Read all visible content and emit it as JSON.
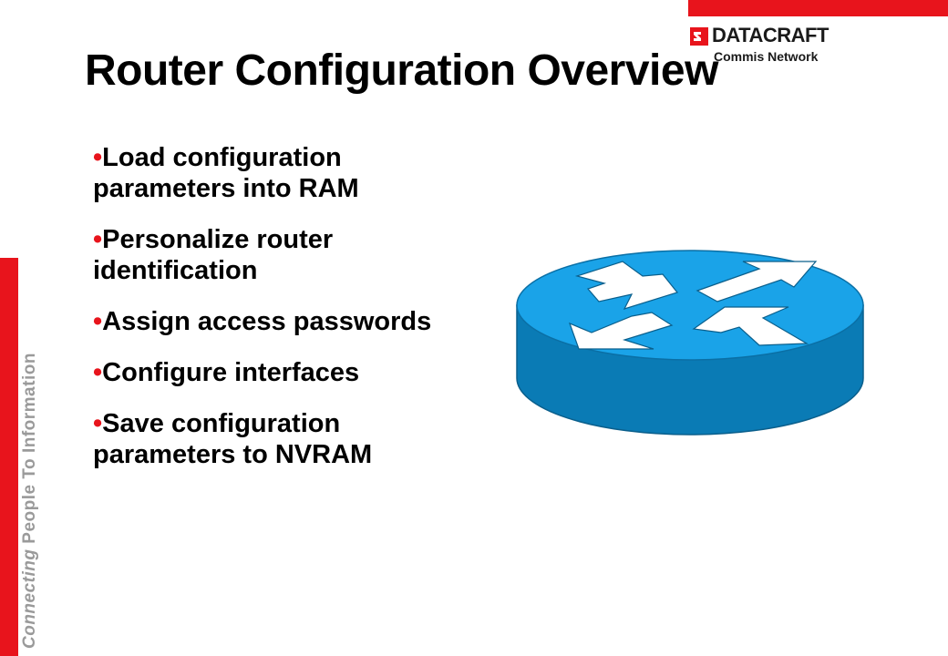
{
  "slide": {
    "title": "Router Configuration Overview",
    "bullets": [
      {
        "text": "Load configuration parameters into RAM"
      },
      {
        "text": "Personalize router identification"
      },
      {
        "text": "Assign access passwords"
      },
      {
        "text": "Configure interfaces"
      },
      {
        "text": "Save configuration parameters to NVRAM"
      }
    ]
  },
  "branding": {
    "logo_name": "DATACRAFT",
    "logo_sub": "Commis Network",
    "tagline_em": "Connecting",
    "tagline_rest": "People To Information"
  },
  "icons": {
    "router": "router-icon",
    "logo_mark": "datacraft-mark-icon",
    "bullet": "bullet-dot-icon"
  },
  "colors": {
    "accent_red": "#e8141c",
    "router_top": "#1aa3e8",
    "router_side": "#0a7bb5",
    "tagline_gray": "#9a9a9a"
  }
}
